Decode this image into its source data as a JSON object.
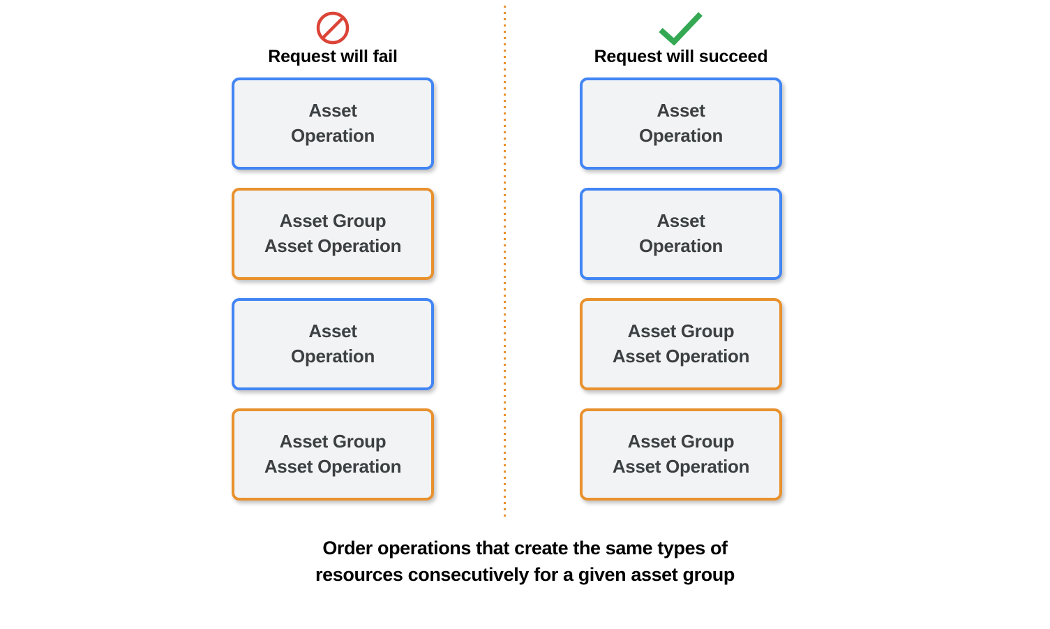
{
  "colors": {
    "blue": "#4285F4",
    "orange": "#E8912D",
    "card_fill": "#F1F3F4",
    "card_text": "#3C4043",
    "fail_icon": "#DB4437",
    "success_icon": "#34A853",
    "background": "#FFFFFF"
  },
  "columns": [
    {
      "id": "fail",
      "icon": "prohibition-icon",
      "header": "Request will fail",
      "cards": [
        {
          "label": "Asset\nOperation",
          "type": "asset-operation",
          "color": "blue"
        },
        {
          "label": "Asset Group\nAsset Operation",
          "type": "asset-group-asset-operation",
          "color": "orange"
        },
        {
          "label": "Asset\nOperation",
          "type": "asset-operation",
          "color": "blue"
        },
        {
          "label": "Asset Group\nAsset Operation",
          "type": "asset-group-asset-operation",
          "color": "orange"
        }
      ]
    },
    {
      "id": "succeed",
      "icon": "checkmark-icon",
      "header": "Request will succeed",
      "cards": [
        {
          "label": "Asset\nOperation",
          "type": "asset-operation",
          "color": "blue"
        },
        {
          "label": "Asset\nOperation",
          "type": "asset-operation",
          "color": "blue"
        },
        {
          "label": "Asset Group\nAsset Operation",
          "type": "asset-group-asset-operation",
          "color": "orange"
        },
        {
          "label": "Asset Group\nAsset Operation",
          "type": "asset-group-asset-operation",
          "color": "orange"
        }
      ]
    }
  ],
  "caption": "Order operations that create the same types of\nresources consecutively for a given asset group"
}
